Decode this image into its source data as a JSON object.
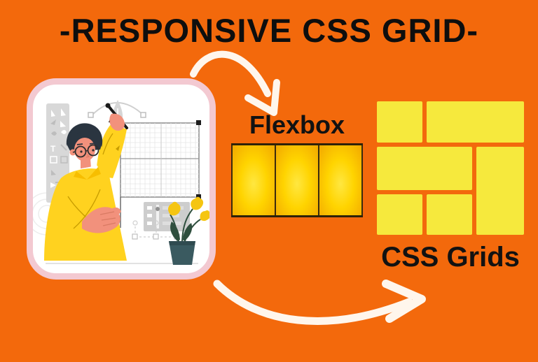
{
  "page": {
    "title": "-RESPONSIVE CSS GRID-"
  },
  "colors": {
    "background": "#F3690C",
    "title_text": "#0E0E0E",
    "arrow": "#FFF6EC",
    "card_border": "#F3C9D1",
    "card_background": "#FFFFFF",
    "flexbox_box_gold": "#FFD400",
    "flexbox_border": "#2E2208",
    "grid_cell_yellow": "#F6E93D",
    "sweater_yellow": "#FFD21F",
    "skin_salmon": "#F2917C",
    "hair_dark": "#2A3540",
    "pot_teal": "#3A5A60"
  },
  "icons": {
    "top_arrow": "curved-arrow-down-right",
    "bottom_arrow": "curved-arrow-up-right",
    "illustration": "person-drawing-layout-grid"
  },
  "flexbox": {
    "label": "Flexbox",
    "boxes": [
      "box-1",
      "box-2",
      "box-3"
    ]
  },
  "css_grid": {
    "label": "CSS Grids",
    "cells": [
      {
        "id": "cell-a",
        "col": 1,
        "row": 1,
        "col_span": 1,
        "row_span": 1
      },
      {
        "id": "cell-b",
        "col": 2,
        "row": 1,
        "col_span": 2,
        "row_span": 1
      },
      {
        "id": "cell-c",
        "col": 1,
        "row": 2,
        "col_span": 2,
        "row_span": 1
      },
      {
        "id": "cell-d",
        "col": 3,
        "row": 2,
        "col_span": 1,
        "row_span": 2
      },
      {
        "id": "cell-e",
        "col": 1,
        "row": 3,
        "col_span": 1,
        "row_span": 1
      },
      {
        "id": "cell-f",
        "col": 2,
        "row": 3,
        "col_span": 1,
        "row_span": 1
      }
    ]
  },
  "illustration": {
    "alt": "Person with glasses and yellow sweater drawing a layout grid in a design tool, with toolbar, pen tool, layers panel and flower pot"
  }
}
